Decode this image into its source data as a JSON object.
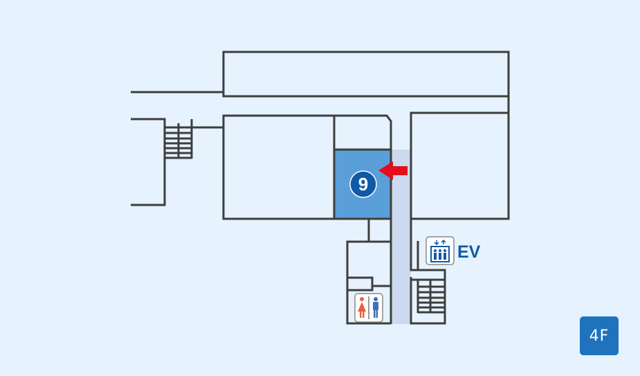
{
  "floor_label": "4F",
  "room_marker": {
    "number": "9",
    "highlight_color": "#5b9fd8",
    "badge_color": "#0e5aa7"
  },
  "arrow": {
    "color": "#e30d1b",
    "direction": "left"
  },
  "corridor_color": "#ccd9ee",
  "elevator": {
    "label": "EV",
    "icon": "elevator-icon",
    "color": "#0e5aa7"
  },
  "restroom": {
    "icon": "restroom-icon",
    "female_color": "#e8613c",
    "male_color": "#3d70b5"
  },
  "stairs": [
    {
      "icon": "stairs-icon-west"
    },
    {
      "icon": "stairs-icon-south"
    }
  ]
}
